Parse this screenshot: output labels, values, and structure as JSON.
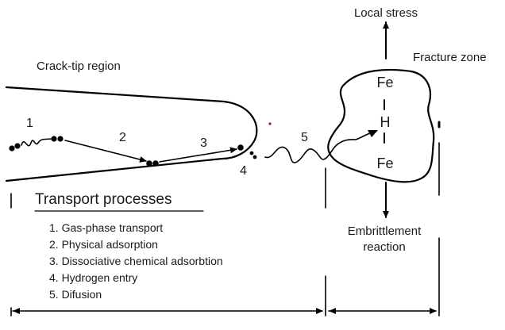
{
  "labels": {
    "crack_tip_region": "Crack-tip region",
    "local_stress": "Local stress",
    "fracture_zone": "Fracture zone",
    "embrittlement_line1": "Embrittlement",
    "embrittlement_line2": "reaction",
    "fe_top": "Fe",
    "h": "H",
    "fe_bottom": "Fe"
  },
  "step_numbers": [
    "1",
    "2",
    "3",
    "4",
    "5"
  ],
  "transport": {
    "title": "Transport processes",
    "items": [
      "1. Gas-phase transport",
      "2. Physical adsorption",
      "3. Dissociative chemical adsorbtion",
      "4. Hydrogen entry",
      "5. Difusion"
    ]
  },
  "colors": {
    "line": "#000000",
    "text": "#1a1a1a",
    "dot": "#cc0000"
  }
}
